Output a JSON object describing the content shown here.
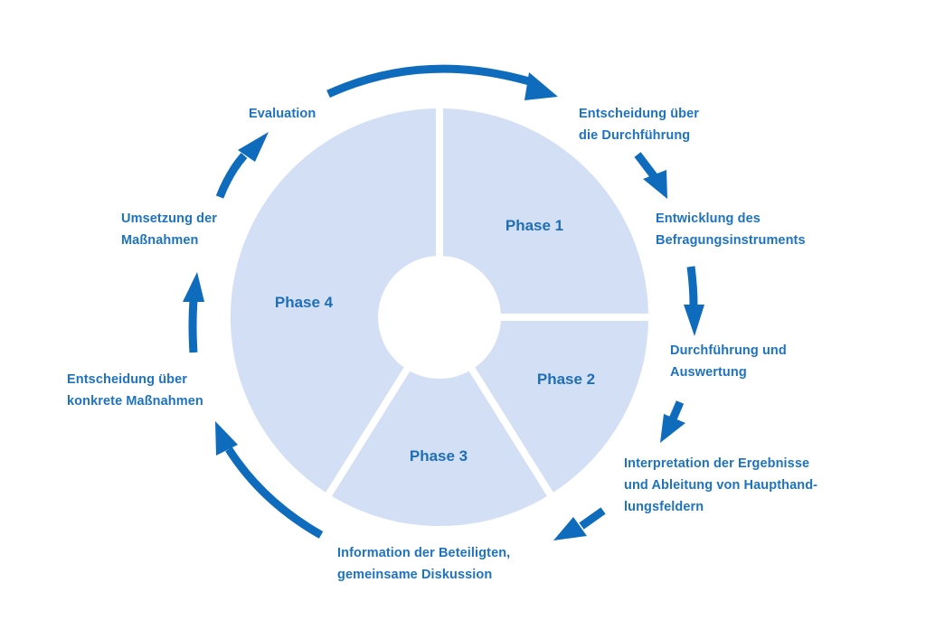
{
  "diagram": {
    "type": "cycle",
    "colors": {
      "accent": "#0f6cbd",
      "text": "#1e73c0",
      "slice_fill": "#d3dff4",
      "background": "#ffffff"
    },
    "phases": [
      {
        "id": "phase-1",
        "label": "Phase 1"
      },
      {
        "id": "phase-2",
        "label": "Phase 2"
      },
      {
        "id": "phase-3",
        "label": "Phase 3"
      },
      {
        "id": "phase-4",
        "label": "Phase 4"
      }
    ],
    "steps": [
      {
        "id": "step-decision-execution",
        "lines": [
          "Entscheidung über",
          "die Durchführung"
        ]
      },
      {
        "id": "step-instrument-development",
        "lines": [
          "Entwicklung des",
          "Befragungsinstruments"
        ]
      },
      {
        "id": "step-execution-analysis",
        "lines": [
          "Durchführung und",
          "Auswertung"
        ]
      },
      {
        "id": "step-interpretation",
        "lines": [
          "Interpretation der Ergebnisse",
          "und Ableitung von Haupthand-",
          "lungsfeldern"
        ]
      },
      {
        "id": "step-information",
        "lines": [
          "Information der Beteiligten,",
          "gemeinsame Diskussion"
        ]
      },
      {
        "id": "step-decision-measures",
        "lines": [
          "Entscheidung über",
          "konkrete Maßnahmen"
        ]
      },
      {
        "id": "step-implementation",
        "lines": [
          "Umsetzung der",
          "Maßnahmen"
        ]
      },
      {
        "id": "step-evaluation",
        "lines": [
          "Evaluation"
        ]
      }
    ],
    "flow_direction": "clockwise"
  }
}
